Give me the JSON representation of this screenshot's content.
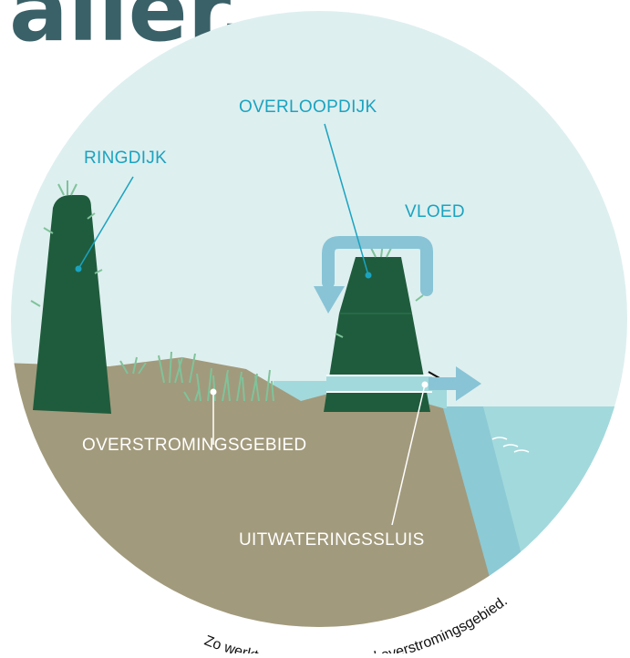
{
  "header": {
    "title_fragment": "aller."
  },
  "labels": {
    "ringdijk": "RINGDIJK",
    "overloopdijk": "OVERLOOPDIJK",
    "vloed": "VLOED",
    "overstromingsgebied": "OVERSTROMINGSGEBIED",
    "uitwateringssluis": "UITWATERINGSSLUIS"
  },
  "caption": "Zo werkt een gecontroleerd overstromingsgebied.",
  "colors": {
    "title": "#3a6168",
    "sky": "#deefef",
    "label": "#1aa3c0",
    "dike": "#1f5c3d",
    "land": "#a29a7c",
    "water": "#a2d9dc",
    "arrow": "#88c4d6",
    "grass": "#7fc39a",
    "white_label": "#ffffff"
  }
}
